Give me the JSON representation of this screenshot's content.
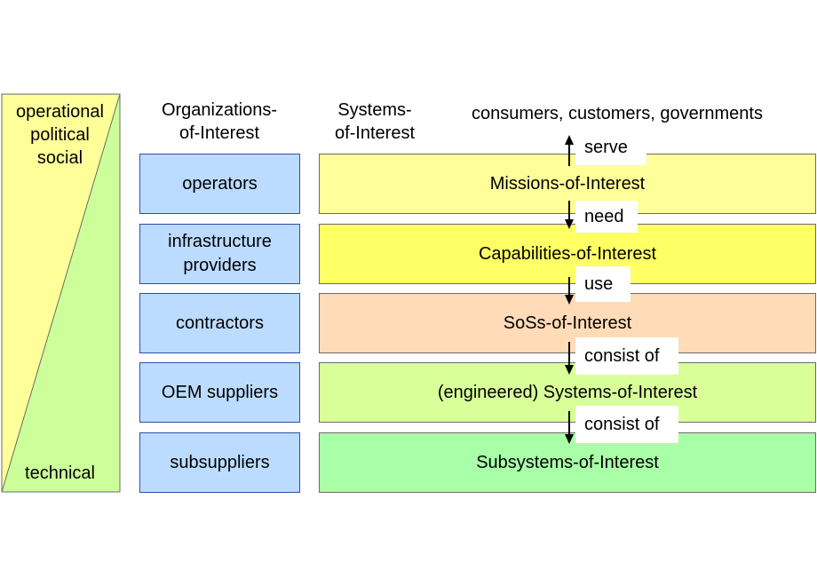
{
  "spectrum": {
    "top_lines": [
      "operational",
      "political",
      "social"
    ],
    "bottom": "technical",
    "colors": {
      "top": "#ffff99",
      "bottom": "#ccff99"
    }
  },
  "headers": {
    "organizations": [
      "Organizations-",
      "of-Interest"
    ],
    "systems": [
      "Systems-",
      "of-Interest"
    ],
    "consumers": "consumers, customers, governments"
  },
  "organizations": [
    {
      "lines": [
        "operators"
      ]
    },
    {
      "lines": [
        "infrastructure",
        "providers"
      ]
    },
    {
      "lines": [
        "contractors"
      ]
    },
    {
      "lines": [
        "OEM suppliers"
      ]
    },
    {
      "lines": [
        "subsuppliers"
      ]
    }
  ],
  "layers": [
    {
      "label": "Missions-of-Interest",
      "color": "#ffff99"
    },
    {
      "label": "Capabilities-of-Interest",
      "color": "#ffff66"
    },
    {
      "label": "SoSs-of-Interest",
      "color": "#ffdbb8"
    },
    {
      "label": "(engineered) Systems-of-Interest",
      "color": "#d9ff99"
    },
    {
      "label": "Subsystems-of-Interest",
      "color": "#a8ffa8"
    }
  ],
  "relations": [
    {
      "label": "serve",
      "direction": "up"
    },
    {
      "label": "need",
      "direction": "down"
    },
    {
      "label": "use",
      "direction": "down"
    },
    {
      "label": "consist of",
      "direction": "down"
    },
    {
      "label": "consist of",
      "direction": "down"
    }
  ],
  "colors": {
    "org_fill": "#bbdcff",
    "org_border": "#2e4ea8",
    "layer_border": "#6b6b6b"
  }
}
